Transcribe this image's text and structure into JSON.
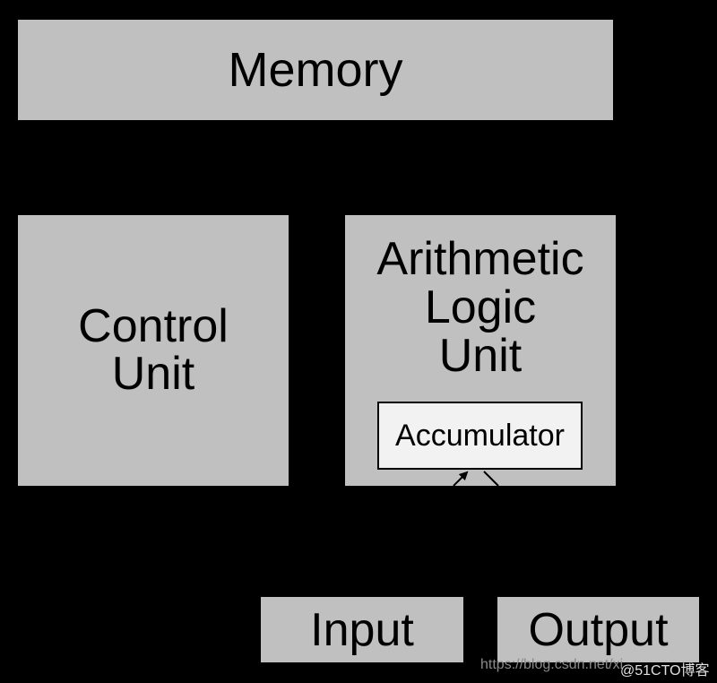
{
  "diagram": {
    "memory": "Memory",
    "control_unit": {
      "line1": "Control",
      "line2": "Unit"
    },
    "alu": {
      "line1": "Arithmetic",
      "line2": "Logic",
      "line3": "Unit"
    },
    "accumulator": "Accumulator",
    "input": "Input",
    "output": "Output"
  },
  "watermark": {
    "url": "https://blog.csdn.net/xi",
    "brand": "@51CTO博客"
  },
  "colors": {
    "background": "#000000",
    "box_fill": "#c0c0c0",
    "accumulator_fill": "#f2f2f2",
    "text": "#000000"
  }
}
